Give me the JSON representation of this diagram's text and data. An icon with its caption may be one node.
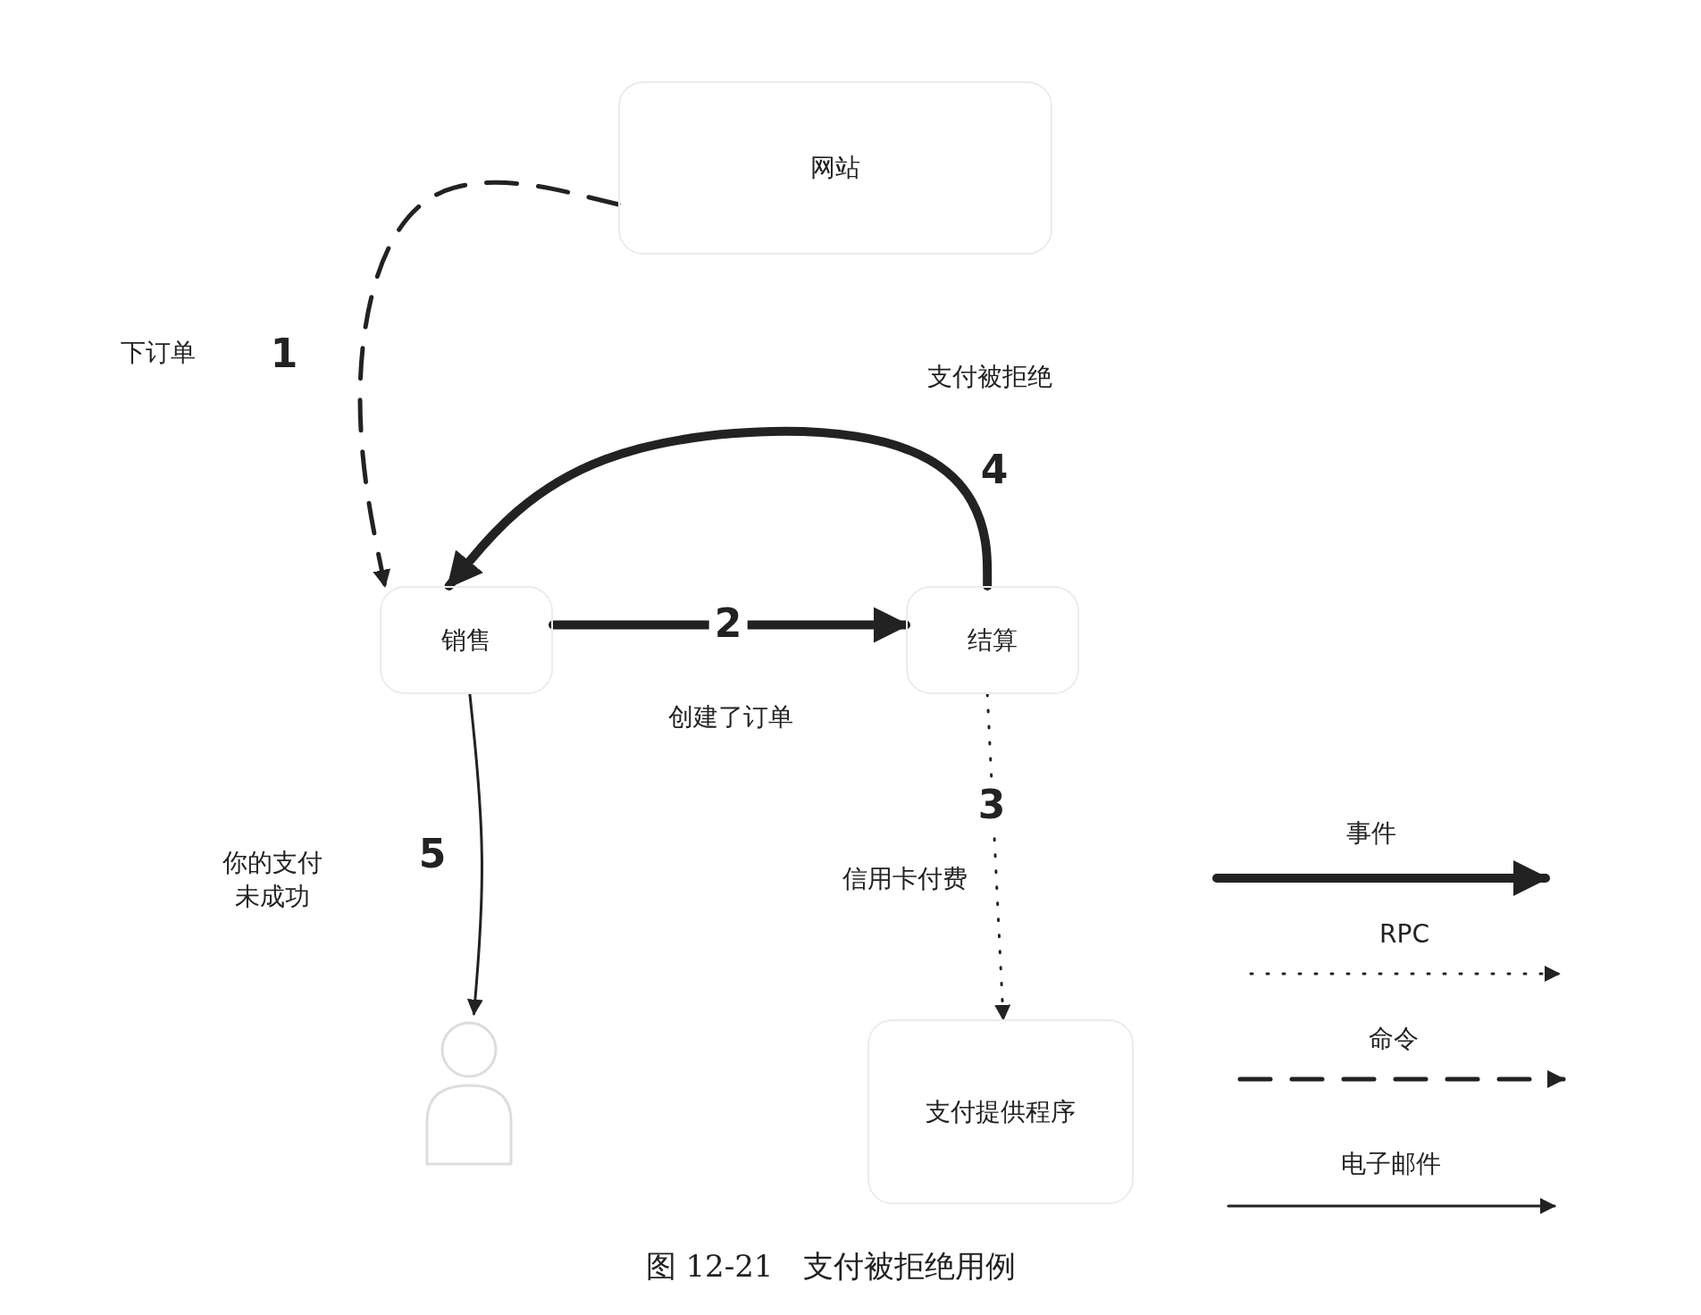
{
  "diagram": {
    "caption": "图 12-21　支付被拒绝用例",
    "nodes": [
      {
        "text": [
          "网站"
        ]
      },
      {
        "text": [
          "销售"
        ]
      },
      {
        "text": [
          "结算"
        ]
      },
      {
        "text": [
          "支付提供程序"
        ]
      },
      {
        "text": [],
        "shape": "person"
      }
    ],
    "edges": [
      {
        "from": 0,
        "to": 1,
        "arrow": "to",
        "label": "1",
        "style": "dashed"
      },
      {
        "from": 1,
        "to": 2,
        "arrow": "to",
        "label": "2",
        "style": "thick"
      },
      {
        "from": 2,
        "to": 3,
        "arrow": "to",
        "label": "3",
        "style": "dashed"
      },
      {
        "from": 2,
        "to": 1,
        "arrow": "to",
        "label": "4",
        "style": "thick"
      },
      {
        "from": 1,
        "to": 4,
        "arrow": "to",
        "label": "5"
      }
    ],
    "labels": [
      "下订单",
      "支付被拒绝",
      "创建了订单",
      "信用卡付费",
      "你的支付未成功"
    ],
    "legend": [
      {
        "text": "事件"
      },
      {
        "text": "RPC"
      },
      {
        "text": "命令"
      },
      {
        "text": "电子邮件"
      }
    ]
  }
}
